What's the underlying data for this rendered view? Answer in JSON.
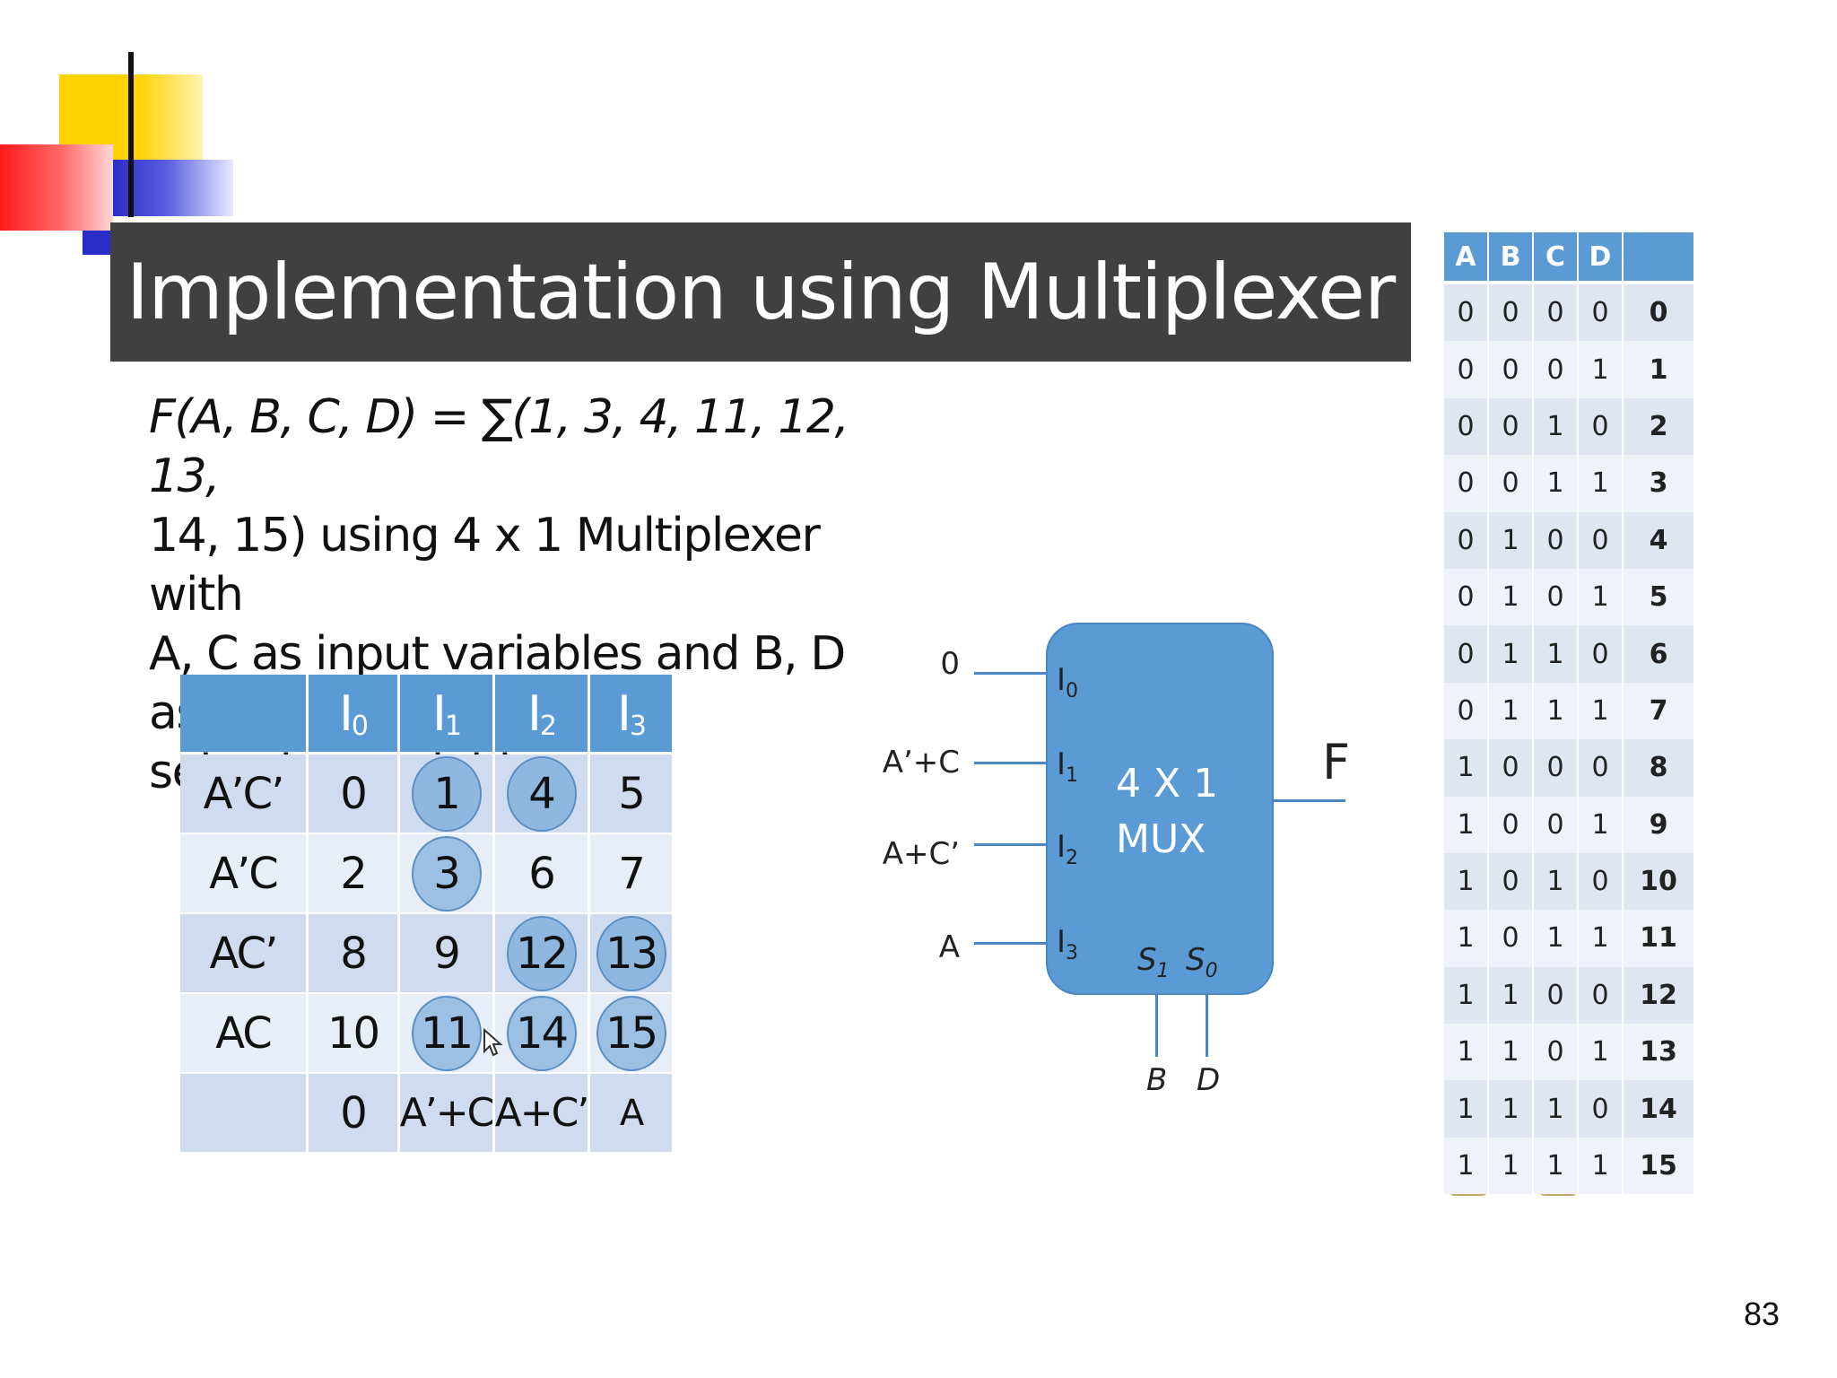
{
  "slide": {
    "title": "Implementation using Multiplexer",
    "description_lines": [
      "F(A, B, C, D) = ∑(1, 3, 4, 11, 12, 13,",
      "14, 15) using 4 x 1 Multiplexer with",
      "A, C as input variables and B, D as",
      "selection variables"
    ],
    "page_number": "83"
  },
  "impl_table": {
    "headers": [
      "",
      "I",
      "I",
      "I",
      "I"
    ],
    "header_subs": [
      "",
      "0",
      "1",
      "2",
      "3"
    ],
    "rows": [
      {
        "label": "A’C’",
        "cells": [
          "0",
          "1",
          "4",
          "5"
        ],
        "circled": [
          false,
          true,
          true,
          false
        ]
      },
      {
        "label": "A’C",
        "cells": [
          "2",
          "3",
          "6",
          "7"
        ],
        "circled": [
          false,
          true,
          false,
          false
        ]
      },
      {
        "label": "AC’",
        "cells": [
          "8",
          "9",
          "12",
          "13"
        ],
        "circled": [
          false,
          false,
          true,
          true
        ]
      },
      {
        "label": "AC",
        "cells": [
          "10",
          "11",
          "14",
          "15"
        ],
        "circled": [
          false,
          true,
          true,
          true
        ]
      }
    ],
    "result": [
      "0",
      "A’+C",
      "A+C’",
      "A"
    ]
  },
  "mux": {
    "line1": "4 X 1",
    "line2": "MUX",
    "inputs": [
      {
        "label": "0",
        "pin": "I",
        "sub": "0"
      },
      {
        "label": "A’+C",
        "pin": "I",
        "sub": "1"
      },
      {
        "label": "A+C’",
        "pin": "I",
        "sub": "2"
      },
      {
        "label": "A",
        "pin": "I",
        "sub": "3"
      }
    ],
    "output": "F",
    "select_pins": [
      {
        "name": "S",
        "sub": "1"
      },
      {
        "name": "S",
        "sub": "0"
      }
    ],
    "select_vars": [
      "B",
      "D"
    ]
  },
  "truth_table": {
    "headers": [
      "A",
      "B",
      "C",
      "D",
      ""
    ],
    "rows": [
      [
        "0",
        "0",
        "0",
        "0",
        "0"
      ],
      [
        "0",
        "0",
        "0",
        "1",
        "1"
      ],
      [
        "0",
        "0",
        "1",
        "0",
        "2"
      ],
      [
        "0",
        "0",
        "1",
        "1",
        "3"
      ],
      [
        "0",
        "1",
        "0",
        "0",
        "4"
      ],
      [
        "0",
        "1",
        "0",
        "1",
        "5"
      ],
      [
        "0",
        "1",
        "1",
        "0",
        "6"
      ],
      [
        "0",
        "1",
        "1",
        "1",
        "7"
      ],
      [
        "1",
        "0",
        "0",
        "0",
        "8"
      ],
      [
        "1",
        "0",
        "0",
        "1",
        "9"
      ],
      [
        "1",
        "0",
        "1",
        "0",
        "10"
      ],
      [
        "1",
        "0",
        "1",
        "1",
        "11"
      ],
      [
        "1",
        "1",
        "0",
        "0",
        "12"
      ],
      [
        "1",
        "1",
        "0",
        "1",
        "13"
      ],
      [
        "1",
        "1",
        "1",
        "0",
        "14"
      ],
      [
        "1",
        "1",
        "1",
        "1",
        "15"
      ]
    ]
  }
}
